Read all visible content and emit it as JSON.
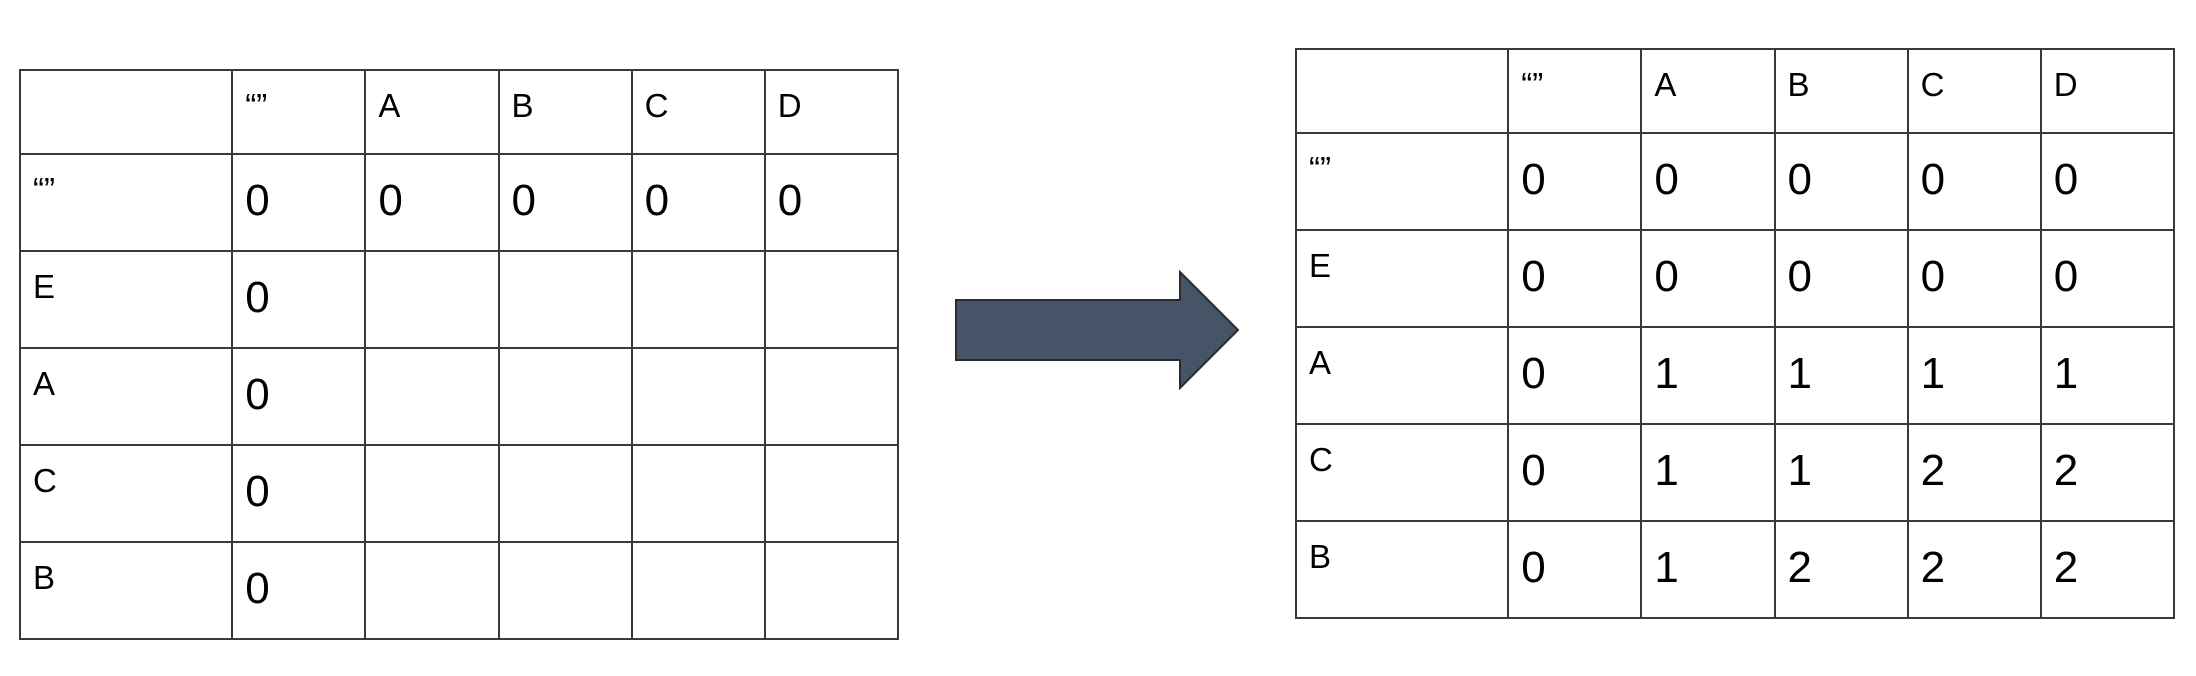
{
  "before": {
    "columns": [
      "",
      "“”",
      "A",
      "B",
      "C",
      "D"
    ],
    "rows": [
      {
        "label": "“”",
        "cells": [
          "0",
          "0",
          "0",
          "0",
          "0"
        ]
      },
      {
        "label": "E",
        "cells": [
          "0",
          "",
          "",
          "",
          ""
        ]
      },
      {
        "label": "A",
        "cells": [
          "0",
          "",
          "",
          "",
          ""
        ]
      },
      {
        "label": "C",
        "cells": [
          "0",
          "",
          "",
          "",
          ""
        ]
      },
      {
        "label": "B",
        "cells": [
          "0",
          "",
          "",
          "",
          ""
        ]
      }
    ]
  },
  "after": {
    "columns": [
      "",
      "“”",
      "A",
      "B",
      "C",
      "D"
    ],
    "rows": [
      {
        "label": "“”",
        "cells": [
          "0",
          "0",
          "0",
          "0",
          "0"
        ]
      },
      {
        "label": "E",
        "cells": [
          "0",
          "0",
          "0",
          "0",
          "0"
        ]
      },
      {
        "label": "A",
        "cells": [
          "0",
          "1",
          "1",
          "1",
          "1"
        ]
      },
      {
        "label": "C",
        "cells": [
          "0",
          "1",
          "1",
          "2",
          "2"
        ]
      },
      {
        "label": "B",
        "cells": [
          "0",
          "1",
          "2",
          "2",
          "2"
        ]
      }
    ]
  },
  "arrow": {
    "direction": "right",
    "fill_color": "#465468",
    "stroke_color": "#2b2b2b"
  }
}
